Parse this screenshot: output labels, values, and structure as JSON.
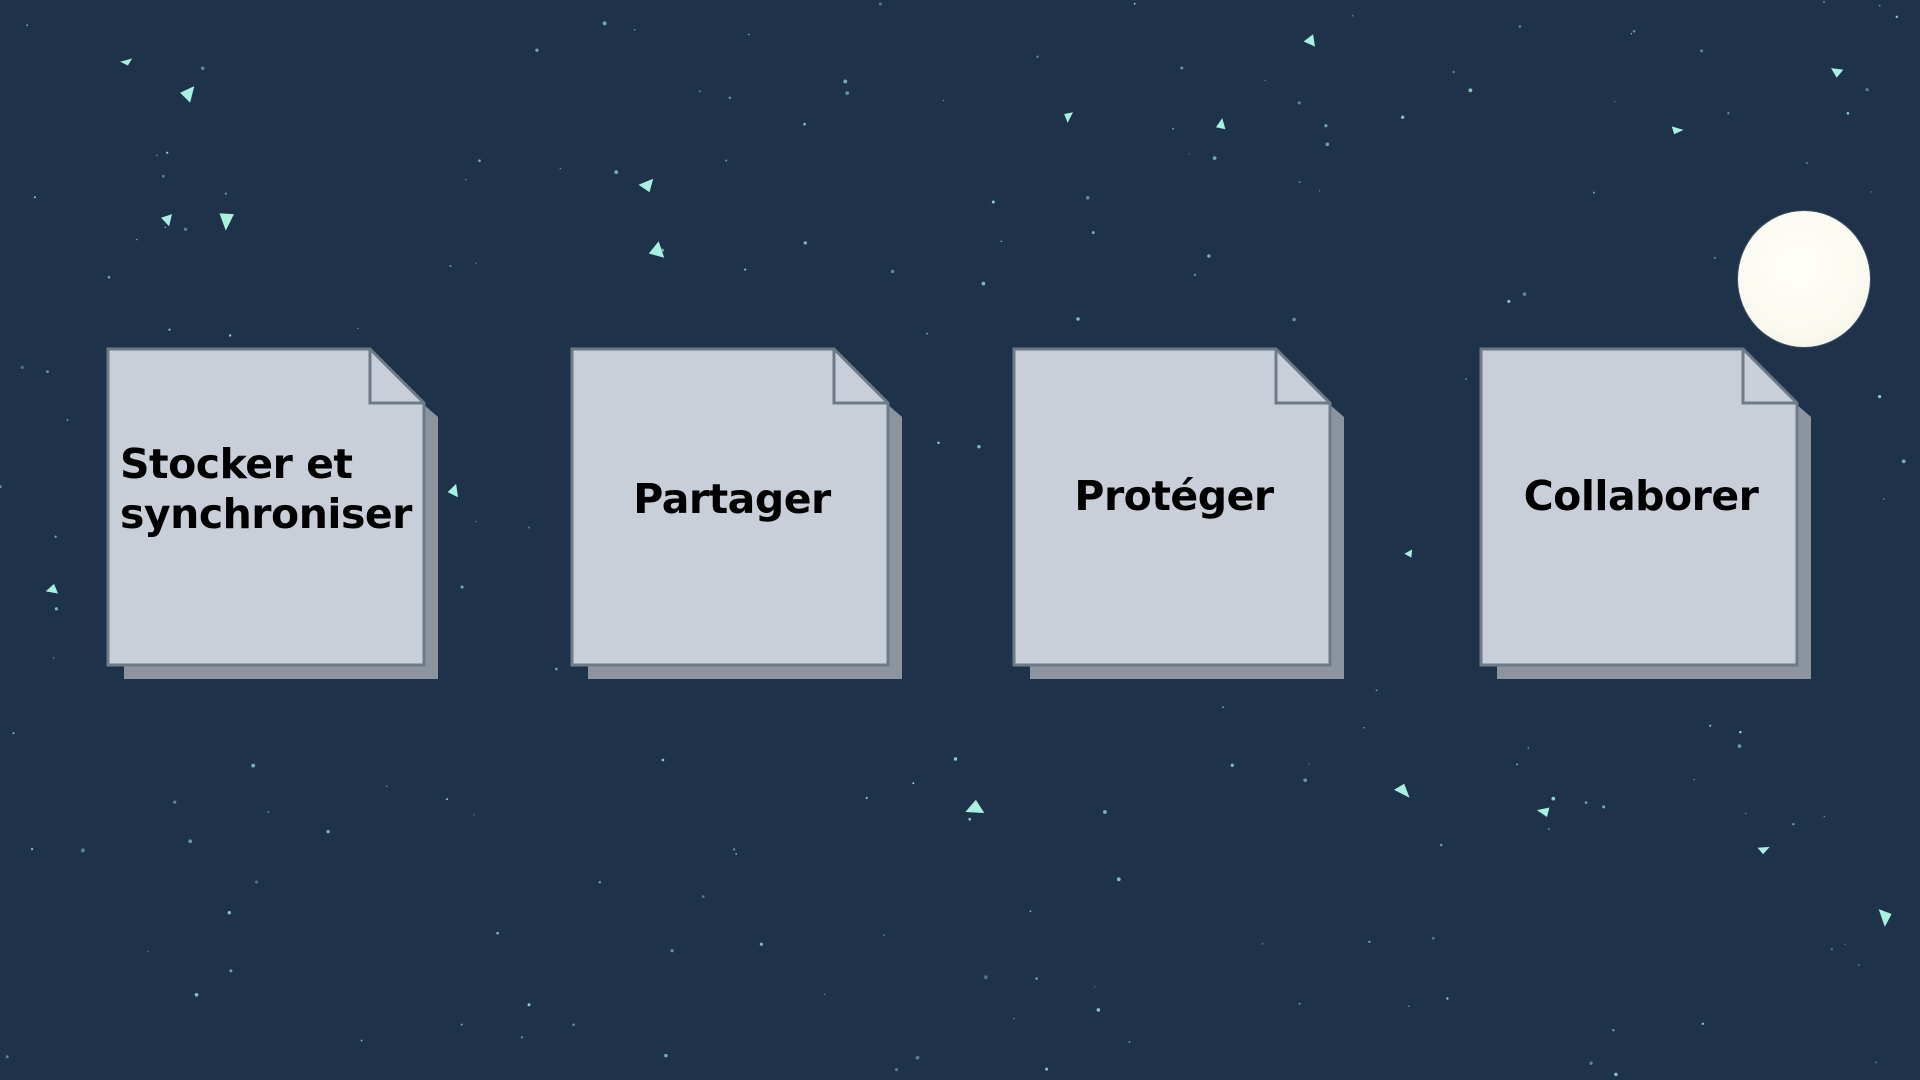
{
  "slide": {
    "background_color": "#1e324a",
    "confetti_color": "#a8f0df",
    "moon_color": "#fbfaf1",
    "card_fill": "#c9cfd8",
    "card_stroke": "#6d7a88",
    "card_shadow": "#8c949f"
  },
  "cards": [
    {
      "label": "Stocker et\nsynchroniser",
      "icon": "document-icon"
    },
    {
      "label": "Partager",
      "icon": "document-icon"
    },
    {
      "label": "Protéger",
      "icon": "document-icon"
    },
    {
      "label": "Collaborer",
      "icon": "document-icon"
    }
  ]
}
